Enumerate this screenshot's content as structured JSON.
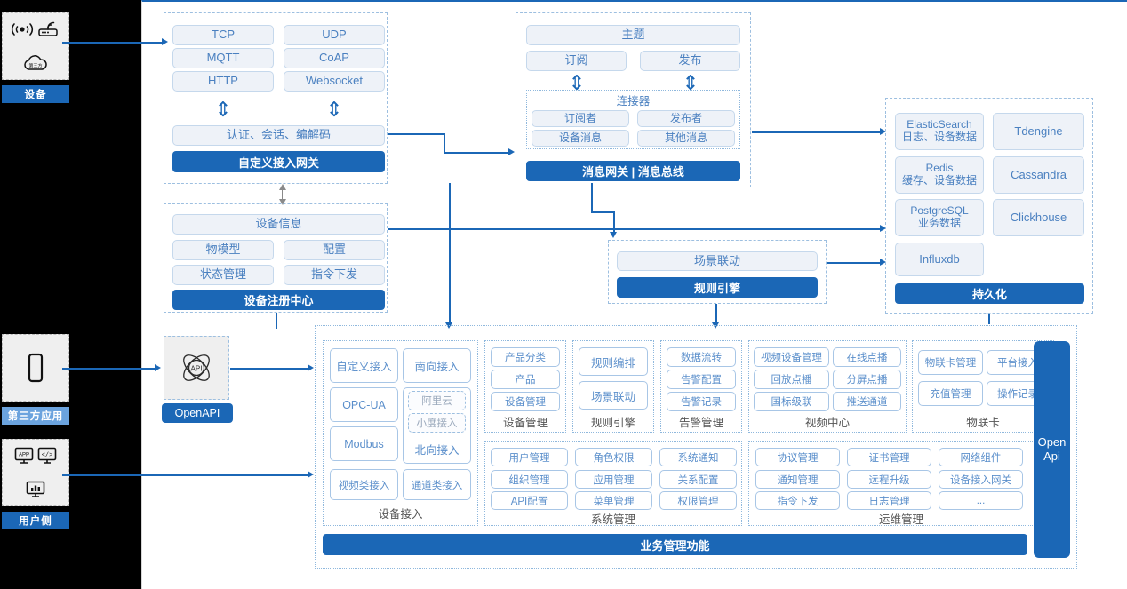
{
  "left_rail": {
    "groups": [
      {
        "label": "设备",
        "label_style": "solid",
        "icons": [
          "signal-wave-icon",
          "router-icon",
          "cloud-icon"
        ]
      },
      {
        "label": "第三方应用",
        "label_style": "soft",
        "icons": [
          "mobile-phone-icon"
        ]
      },
      {
        "label": "用户侧",
        "label_style": "solid",
        "icons": [
          "app-monitor-icon",
          "code-monitor-icon",
          "chart-monitor-icon"
        ]
      }
    ]
  },
  "access_gateway": {
    "protocols": [
      "TCP",
      "UDP",
      "MQTT",
      "CoAP",
      "HTTP",
      "Websocket"
    ],
    "middle": "认证、会话、编解码",
    "bar": "自定义接入网关"
  },
  "message_gateway": {
    "topic": "主题",
    "subscribe": "订阅",
    "publish": "发布",
    "connector_title": "连接器",
    "connector_items": [
      "订阅者",
      "发布者",
      "设备消息",
      "其他消息"
    ],
    "bar": "消息网关 | 消息总线"
  },
  "device_registry": {
    "info": "设备信息",
    "items": [
      "物模型",
      "配置",
      "状态管理",
      "指令下发"
    ],
    "bar": "设备注册中心"
  },
  "rule_engine": {
    "scene": "场景联动",
    "bar": "规则引擎"
  },
  "persistence": {
    "stores": [
      {
        "name": "ElasticSearch",
        "desc": "日志、设备数据"
      },
      {
        "name": "Tdengine",
        "desc": ""
      },
      {
        "name": "Redis",
        "desc": "缓存、设备数据"
      },
      {
        "name": "Cassandra",
        "desc": ""
      },
      {
        "name": "PostgreSQL",
        "desc": "业务数据"
      },
      {
        "name": "Clickhouse",
        "desc": ""
      },
      {
        "name": "Influxdb",
        "desc": ""
      }
    ],
    "bar": "持久化"
  },
  "openapi": {
    "icon": "api-atom-icon",
    "label": "OpenAPI"
  },
  "open_api_rail": {
    "line1": "Open",
    "line2": "Api"
  },
  "business": {
    "bottom_bar": "业务管理功能",
    "modules": [
      {
        "caption": "设备接入",
        "items": [
          "自定义接入",
          "南向接入",
          "OPC-UA",
          "Modbus",
          "视频类接入",
          "通道类接入"
        ],
        "north": {
          "label": "北向接入",
          "children": [
            "阿里云",
            "小度接入"
          ]
        }
      },
      {
        "caption": "设备管理",
        "items": [
          "产品分类",
          "产品",
          "设备管理"
        ]
      },
      {
        "caption": "规则引擎",
        "items": [
          "规则编排",
          "场景联动"
        ]
      },
      {
        "caption": "告警管理",
        "items": [
          "数据流转",
          "告警配置",
          "告警记录"
        ]
      },
      {
        "caption": "视频中心",
        "items": [
          "视频设备管理",
          "在线点播",
          "回放点播",
          "分屏点播",
          "国标级联",
          "推送通道"
        ]
      },
      {
        "caption": "物联卡",
        "items": [
          "物联卡管理",
          "平台接入",
          "充值管理",
          "操作记录"
        ]
      },
      {
        "caption": "系统管理",
        "items": [
          "用户管理",
          "角色权限",
          "系统通知",
          "组织管理",
          "应用管理",
          "关系配置",
          "API配置",
          "菜单管理",
          "权限管理"
        ]
      },
      {
        "caption": "运维管理",
        "items": [
          "协议管理",
          "证书管理",
          "网络组件",
          "通知管理",
          "远程升级",
          "设备接入网关",
          "指令下发",
          "日志管理",
          "..."
        ]
      }
    ]
  },
  "colors": {
    "brand_blue": "#1b67b6",
    "soft_blue": "#6ba3de",
    "pill_fill": "#eef2f8",
    "pill_border": "#c5d8ec",
    "pill_text": "#4a80c0",
    "dash_border": "#9dbfe0",
    "rail_bg": "#000000"
  },
  "glyphs": {
    "double_arrow": "⇕"
  }
}
